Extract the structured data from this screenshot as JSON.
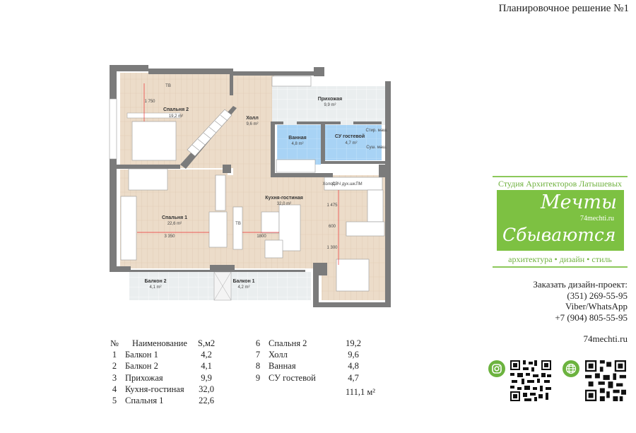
{
  "title": "Планировочное решение №1",
  "plan": {
    "rooms": [
      {
        "name": "Спальня 2",
        "area": "19,2 m²"
      },
      {
        "name": "Холл",
        "area": "9,6 m²"
      },
      {
        "name": "Прихожая",
        "area": "9,9 m²"
      },
      {
        "name": "Ванная",
        "area": "4,8 m²"
      },
      {
        "name": "СУ гостевой",
        "area": "4,7 m²"
      },
      {
        "name": "Кухня-гостиная",
        "area": "32,0 m²"
      },
      {
        "name": "Спальня 1",
        "area": "22,6 m²"
      },
      {
        "name": "Балкон 2",
        "area": "4,1 m²"
      },
      {
        "name": "Балкон 1",
        "area": "4,2 m²"
      }
    ],
    "tv1": "ТВ",
    "tv2": "ТВ",
    "dims": {
      "d1": "1 750",
      "d2": "3 350",
      "d3": "1800",
      "d4": "1 475",
      "d5": "600",
      "d6": "1 300"
    },
    "appliances": {
      "fridge": "Холод.",
      "oven": "СВЧ дух.шк.",
      "dishwasher": "ПМ",
      "washer": "Стир. маш.",
      "dryer": "Суш. маш."
    }
  },
  "table": {
    "headers": {
      "num": "№",
      "name": "Наименование",
      "area": "S,м2"
    },
    "left": [
      {
        "num": "1",
        "name": "Балкон 1",
        "area": "4,2"
      },
      {
        "num": "2",
        "name": "Балкон 2",
        "area": "4,1"
      },
      {
        "num": "3",
        "name": "Прихожая",
        "area": "9,9"
      },
      {
        "num": "4",
        "name": "Кухня-гостиная",
        "area": "32,0"
      },
      {
        "num": "5",
        "name": "Спальня 1",
        "area": "22,6"
      }
    ],
    "right": [
      {
        "num": "6",
        "name": "Спальня 2",
        "area": "19,2"
      },
      {
        "num": "7",
        "name": "Холл",
        "area": "9,6"
      },
      {
        "num": "8",
        "name": "Ванная",
        "area": "4,8"
      },
      {
        "num": "9",
        "name": "СУ гостевой",
        "area": "4,7"
      }
    ],
    "total": "111,1 м²"
  },
  "logo": {
    "top": "Студия Архитекторов Латышевых",
    "script1": "Мечты",
    "script2": "Сбываются",
    "site": "74mechti.ru",
    "bottom": "архитектура • дизайн • стиль",
    "color": "#7dc142"
  },
  "contacts": {
    "order": "Заказать дизайн-проект:",
    "phone1": "(351) 269-55-95",
    "messengers": "Viber/WhatsApp",
    "phone2": "+7 (904) 805-55-95",
    "site": "74mechti.ru"
  },
  "icons": {
    "instagram": "instagram-icon",
    "web": "globe-icon"
  }
}
